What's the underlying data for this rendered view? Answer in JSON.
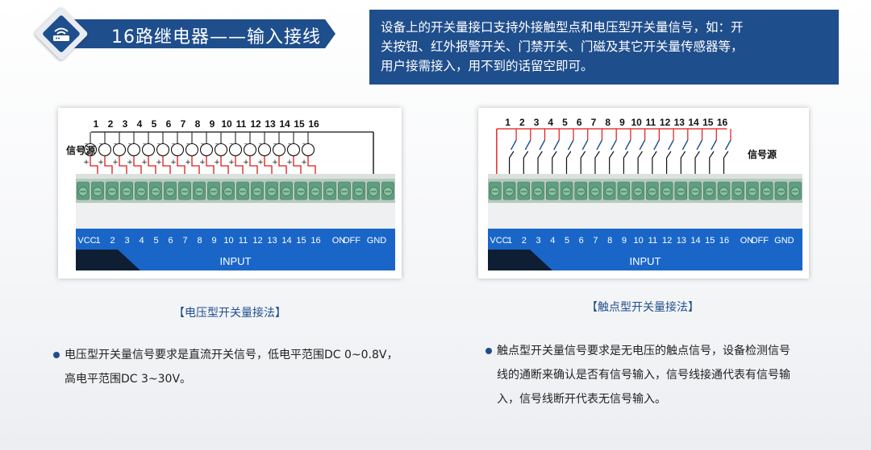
{
  "header": {
    "title": "16路继电器——输入接线",
    "icon": "router-icon"
  },
  "description": {
    "lines": [
      "设备上的开关量接口支持外接触型点和电压型开关量信号，如：开",
      "关按钮、红外报警开关、门禁开关、门磁及其它开关量传感器等，",
      "用户接需接入，用不到的话留空即可。"
    ]
  },
  "voltage_diagram": {
    "source_label": "信号源",
    "minus_sign": "–",
    "plus_sign": "+",
    "channel_numbers": [
      "1",
      "2",
      "3",
      "4",
      "5",
      "6",
      "7",
      "8",
      "9",
      "10",
      "11",
      "12",
      "13",
      "14",
      "15",
      "16"
    ],
    "board_labels": [
      "VCC",
      "1",
      "2",
      "3",
      "4",
      "5",
      "6",
      "7",
      "8",
      "9",
      "10",
      "11",
      "12",
      "13",
      "14",
      "15",
      "16",
      "ON",
      "OFF",
      "GND"
    ],
    "input_label": "INPUT",
    "caption": "【电压型开关量接法】"
  },
  "contact_diagram": {
    "source_label": "信号源",
    "channel_numbers": [
      "1",
      "2",
      "3",
      "4",
      "5",
      "6",
      "7",
      "8",
      "9",
      "10",
      "11",
      "12",
      "13",
      "14",
      "15",
      "16"
    ],
    "board_labels": [
      "VCC",
      "1",
      "2",
      "3",
      "4",
      "5",
      "6",
      "7",
      "8",
      "9",
      "10",
      "11",
      "12",
      "13",
      "14",
      "15",
      "16",
      "ON",
      "OFF",
      "GND"
    ],
    "input_label": "INPUT",
    "caption": "【触点型开关量接法】"
  },
  "notes": {
    "voltage_lines": [
      "电压型开关量信号要求是直流开关信号，低电平范围DC 0~0.8V，",
      "高电平范围DC 3~30V。"
    ],
    "contact_lines": [
      "触点型开关量信号要求是无电压的触点信号，设备检测信号",
      "线的通断来确认是否有信号输入，信号线接通代表有信号输",
      "入，信号线断开代表无信号输入。"
    ]
  },
  "colors": {
    "brand_blue": "#1f4e8c",
    "board_blue": "#1a66c8",
    "terminal_green": "#5f9e7e",
    "wire_red": "#e01818",
    "wire_black": "#111111"
  }
}
